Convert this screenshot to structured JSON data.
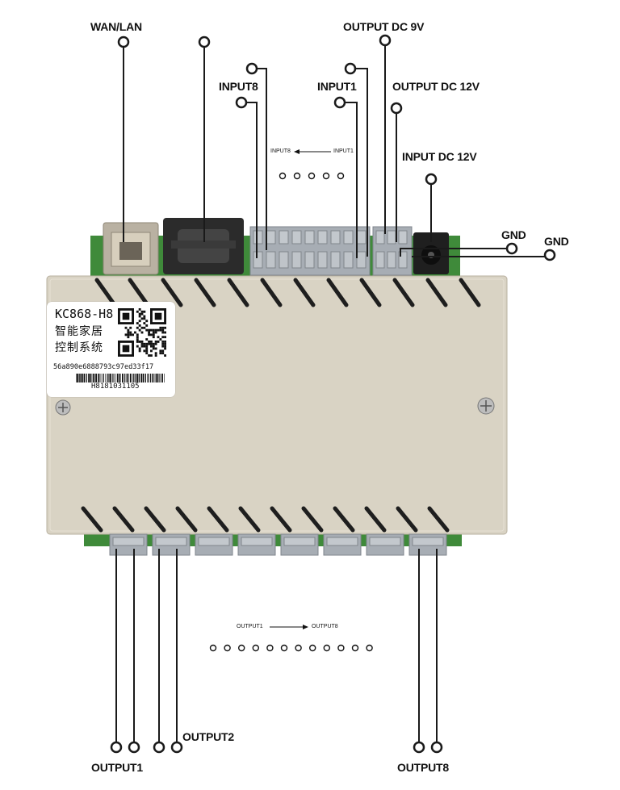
{
  "diagram": {
    "labels": {
      "wan_lan": "WAN/LAN",
      "input8": "INPUT8",
      "input1": "INPUT1",
      "output_dc_9v": "OUTPUT DC 9V",
      "output_dc_12v": "OUTPUT DC 12V",
      "input_dc_12v": "INPUT DC 12V",
      "gnd_1": "GND",
      "gnd_2": "GND",
      "output1": "OUTPUT1",
      "output2": "OUTPUT2",
      "output8": "OUTPUT8"
    },
    "input_range": {
      "from": "INPUT8",
      "to": "INPUT1"
    },
    "output_range": {
      "from": "OUTPUT1",
      "to": "OUTPUT8"
    }
  },
  "device": {
    "model": "KC868-H8",
    "name_line1": "智能家居",
    "name_line2": "控制系统",
    "hash": "56a890e6888793c97ed33f17",
    "serial": "H8181031105"
  },
  "colors": {
    "case": "#d9d3c4",
    "case_edge": "#c9c2b1",
    "pcb": "#3f8a3a",
    "terminal": "#a7adb4",
    "line": "#1a1a1a",
    "ethernet_port": "#b9b1a2",
    "db9_connector": "#2b2b2b"
  }
}
